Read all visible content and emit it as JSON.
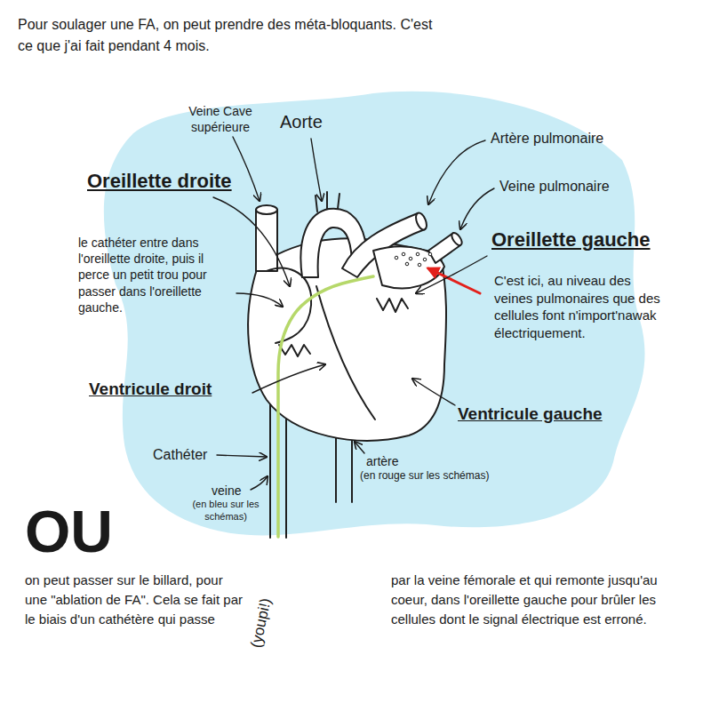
{
  "diagram": {
    "title": "Pour soulager une FA, on peut prendre des méta-bloquants. C'est ce que j'ai fait pendant 4 mois.",
    "labels": [
      "Veine Cave supérieure",
      "Aorte",
      "Artère pulmonaire",
      "Oreillette droite",
      "Veine pulmonaire",
      "Oreillette gauche",
      "le cathéter entre dans l'oreillette droite, puis il perce un petit trou pour passer dans l'oreillette gauche.",
      "C'est ici, au niveau des veines pulmonaires que des cellules font n'import'nawak électriquement.",
      "Ventricule droit",
      "Ventricule gauche",
      "Cathéter",
      "artère",
      "(en rouge sur les schémas)",
      "veine",
      "(en bleu sur les schémas)",
      "OU",
      "on peut passer sur le billard, pour une \"ablation de FA\". Cela se fait par le biais d'un cathétère qui passe",
      "(youpi!)",
      "par la veine fémorale et qui remonte jusqu'au coeur, dans l'oreillette gauche pour brûler les cellules dont le signal électrique est erroné."
    ]
  }
}
